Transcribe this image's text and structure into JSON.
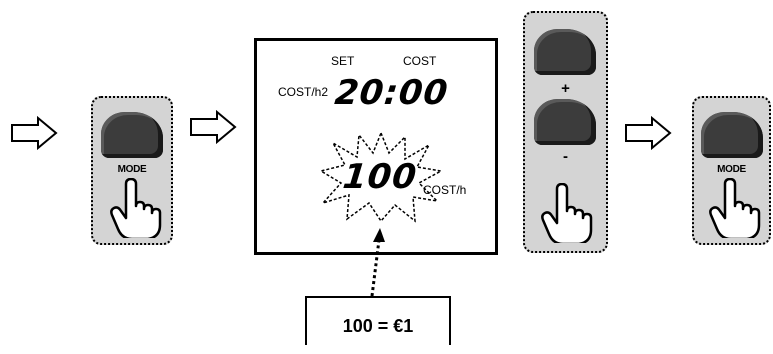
{
  "display": {
    "set_label": "SET",
    "cost_label": "COST",
    "rate_unit_label": "COST/h2",
    "time_value": "20:00",
    "flashing_value": "100",
    "value_unit_label": "COST/h"
  },
  "buttons": {
    "mode_label": "MODE",
    "plus_label": "+",
    "minus_label": "-"
  },
  "note": {
    "text": "100 = €1"
  },
  "colors": {
    "panel_fill": "#d4d4d4",
    "button_fill": "#3c3c3c"
  },
  "icons": [
    "right-arrow-icon",
    "pointing-hand-icon",
    "starburst-flash-icon"
  ]
}
